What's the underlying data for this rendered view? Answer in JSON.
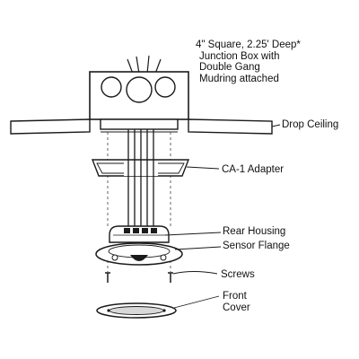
{
  "labels": {
    "junction_box": [
      "4\" Square, 2.25' Deep*",
      "Junction Box with",
      "Double Gang",
      "Mudring attached"
    ],
    "drop_ceiling": "Drop Ceiling",
    "ca1_adapter": "CA-1 Adapter",
    "rear_housing": "Rear Housing",
    "sensor_flange": "Sensor Flange",
    "screws": "Screws",
    "front_cover": [
      "Front",
      "Cover"
    ]
  },
  "colors": {
    "stroke": "#1a1a1a",
    "fill": "#ffffff",
    "shade": "#d8d8d8"
  }
}
